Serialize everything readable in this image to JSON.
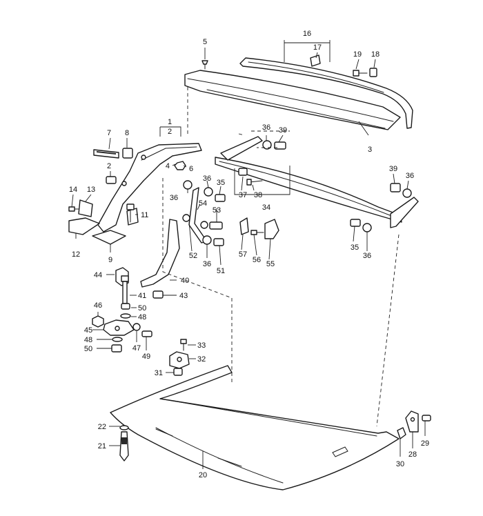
{
  "callouts": {
    "c1": "1",
    "c2": "2",
    "c2b": "2",
    "c3": "3",
    "c4": "4",
    "c5": "5",
    "c6": "6",
    "c7": "7",
    "c8": "8",
    "c9": "9",
    "c11": "11",
    "c12": "12",
    "c13": "13",
    "c14": "14",
    "c16": "16",
    "c17": "17",
    "c18": "18",
    "c19": "19",
    "c20": "20",
    "c21": "21",
    "c22": "22",
    "c28": "28",
    "c29": "29",
    "c30": "30",
    "c31": "31",
    "c32": "32",
    "c33": "33",
    "c34": "34",
    "c35a": "35",
    "c35b": "35",
    "c36a": "36",
    "c36b": "36",
    "c36c": "36",
    "c36d": "36",
    "c36e": "36",
    "c36f": "36",
    "c37": "37",
    "c38": "38",
    "c39a": "39",
    "c39b": "39",
    "c40": "40",
    "c41": "41",
    "c43": "43",
    "c44": "44",
    "c45": "45",
    "c46": "46",
    "c47": "47",
    "c48a": "48",
    "c48b": "48",
    "c49": "49",
    "c50a": "50",
    "c50b": "50",
    "c51": "51",
    "c52": "52",
    "c53": "53",
    "c54": "54",
    "c55": "55",
    "c56": "56",
    "c57": "57"
  }
}
